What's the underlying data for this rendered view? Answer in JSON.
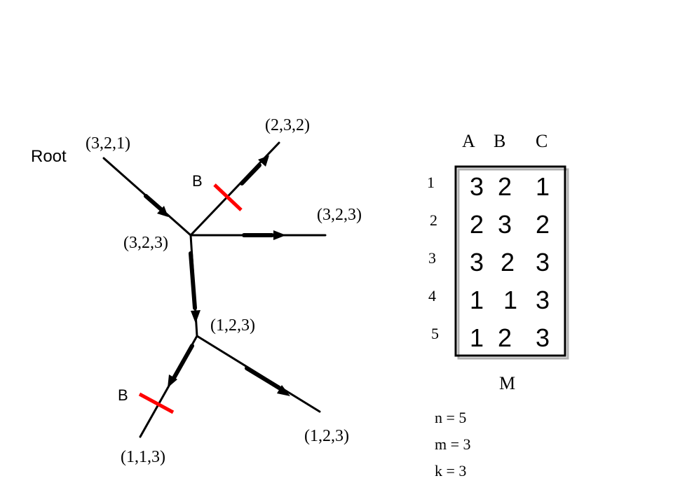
{
  "tree": {
    "root_label": "Root",
    "nodes": {
      "root_leaf": "(3,2,1)",
      "top_right_leaf": "(2,3,2)",
      "right_leaf": "(3,2,3)",
      "internal_upper": "(3,2,3)",
      "internal_lower": "(1,2,3)",
      "bottom_left_leaf": "(1,1,3)",
      "bottom_right_leaf": "(1,2,3)"
    },
    "cut_labels": [
      "B",
      "B"
    ],
    "cut_color": "#ff0000"
  },
  "matrix": {
    "columns": [
      "A",
      "B",
      "C"
    ],
    "row_numbers": [
      "1",
      "2",
      "3",
      "4",
      "5"
    ],
    "rows": [
      [
        "3",
        "2",
        "1"
      ],
      [
        "2",
        "3",
        "2"
      ],
      [
        "3",
        "2",
        "3"
      ],
      [
        "1",
        "1",
        "3"
      ],
      [
        "1",
        "2",
        "3"
      ]
    ],
    "name": "M"
  },
  "params": {
    "n": "n = 5",
    "m": "m = 3",
    "k": "k = 3"
  }
}
